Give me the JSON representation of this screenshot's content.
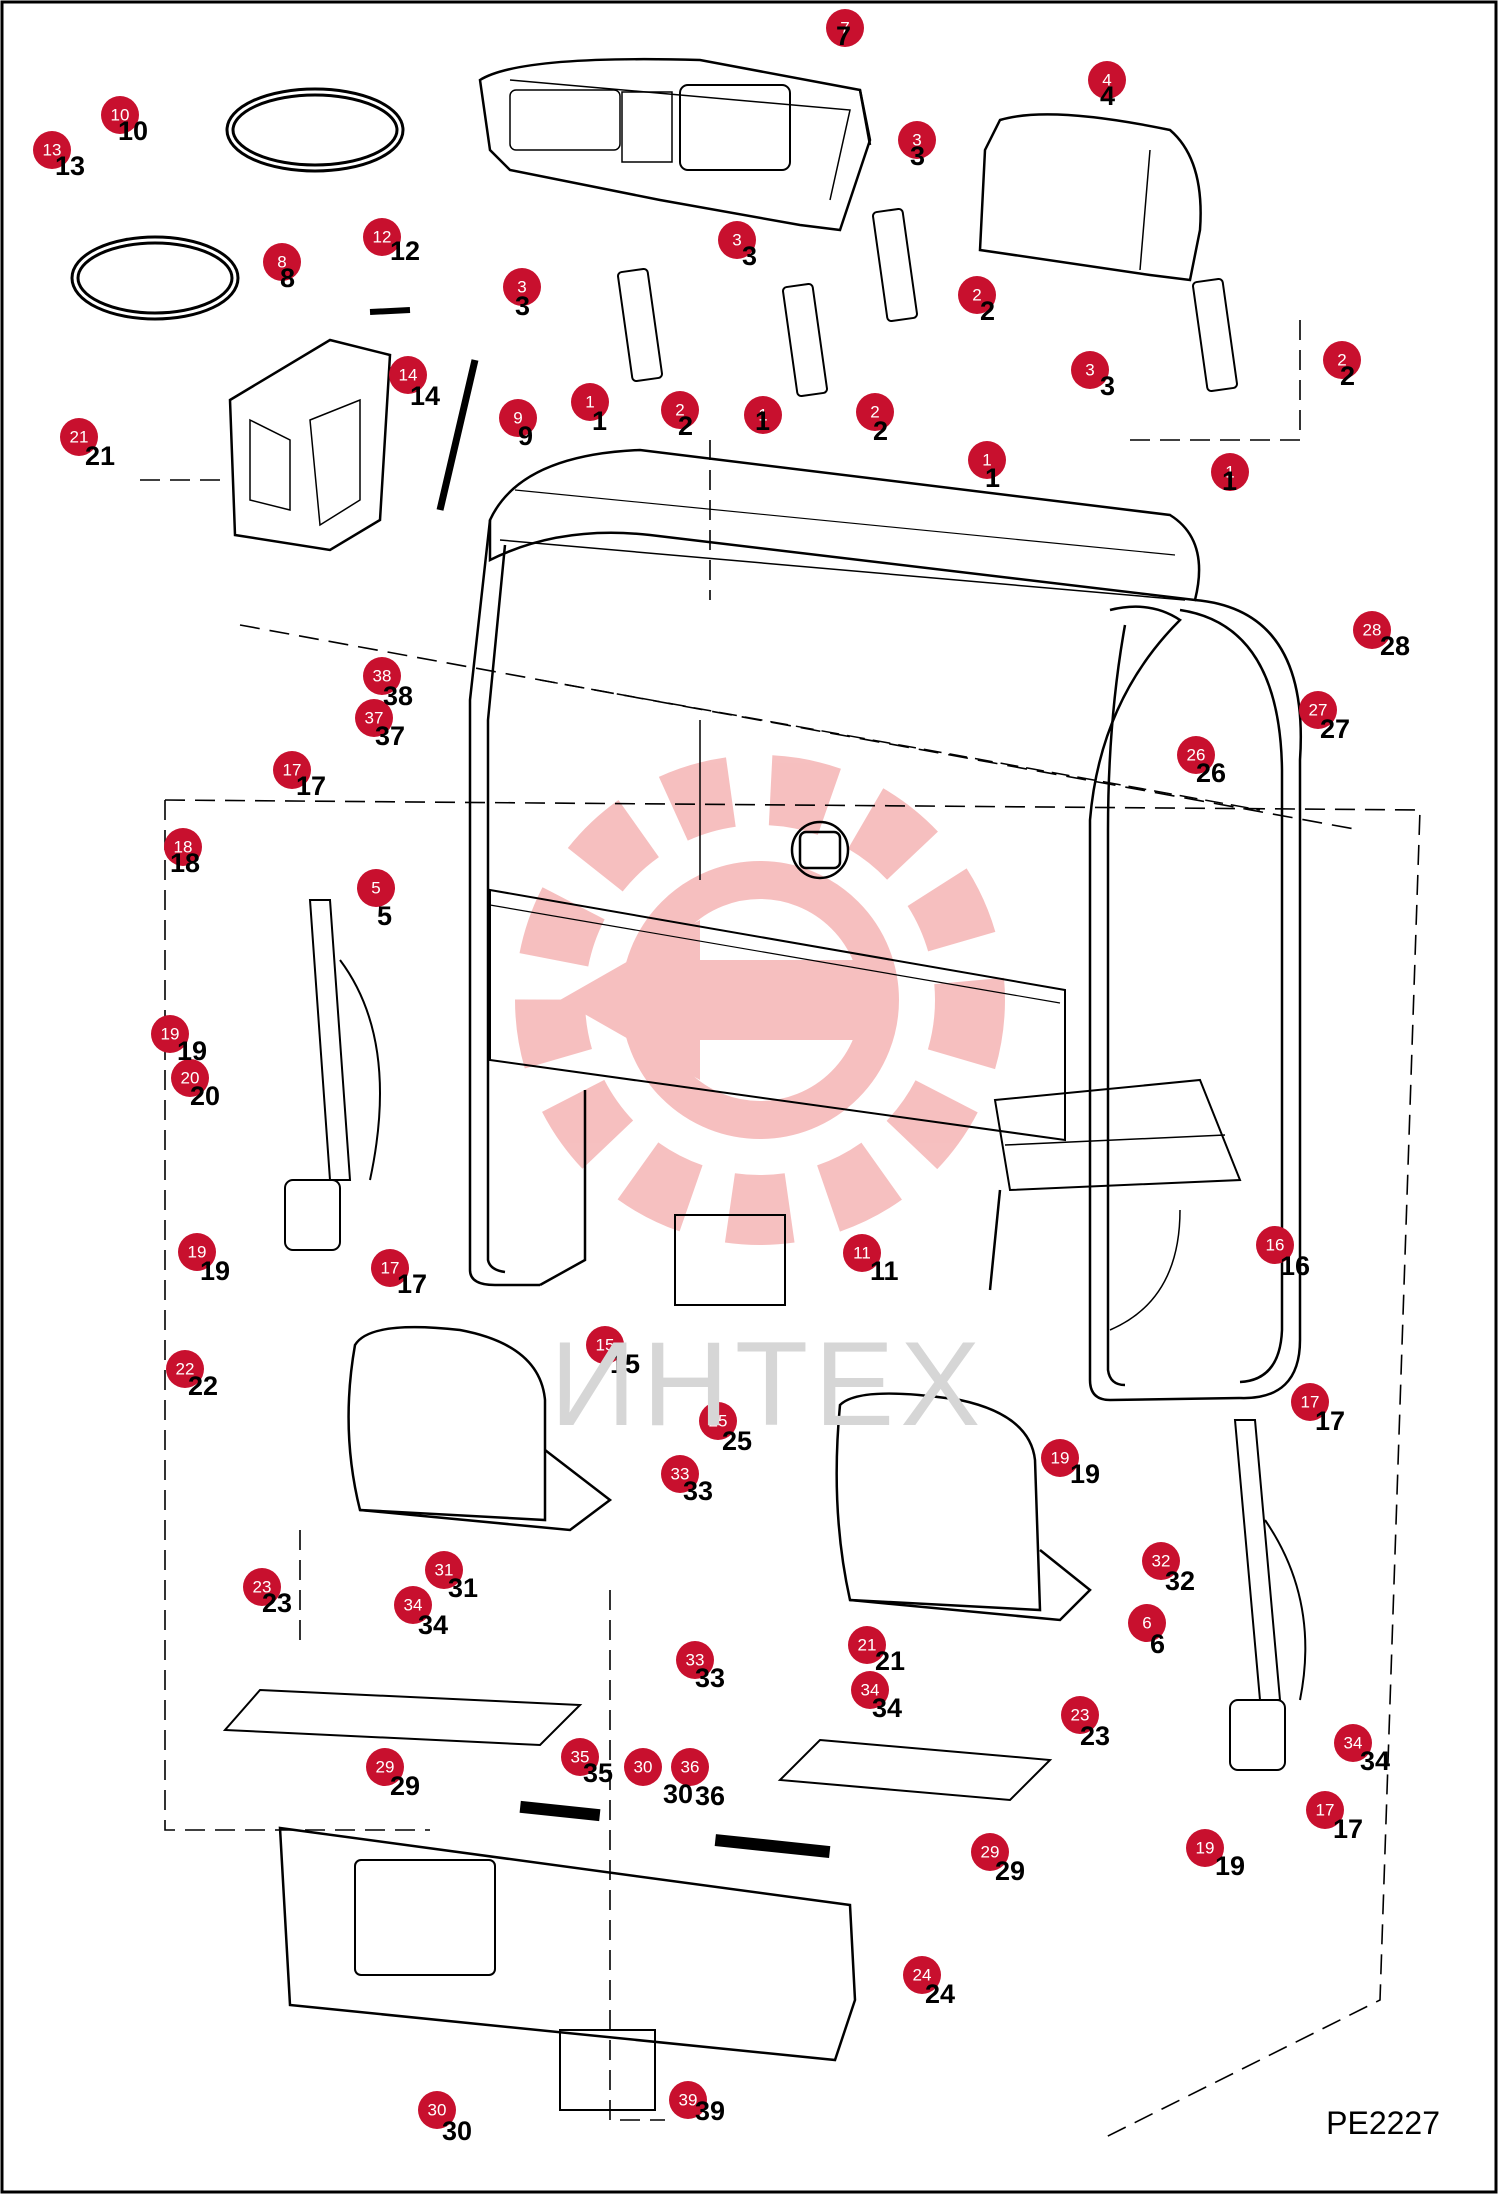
{
  "drawing": {
    "id": "PE2227",
    "watermark_text": "ИНТЕХ",
    "callout_color": "#c8102e",
    "watermark_color": "#f5b5b5"
  },
  "callouts": [
    {
      "n": "7"
    },
    {
      "n": "4"
    },
    {
      "n": "10"
    },
    {
      "n": "13"
    },
    {
      "n": "3"
    },
    {
      "n": "3"
    },
    {
      "n": "3"
    },
    {
      "n": "3"
    },
    {
      "n": "12"
    },
    {
      "n": "8"
    },
    {
      "n": "2"
    },
    {
      "n": "2"
    },
    {
      "n": "2"
    },
    {
      "n": "2"
    },
    {
      "n": "14"
    },
    {
      "n": "9"
    },
    {
      "n": "1"
    },
    {
      "n": "1"
    },
    {
      "n": "1"
    },
    {
      "n": "1"
    },
    {
      "n": "21"
    },
    {
      "n": "28"
    },
    {
      "n": "38"
    },
    {
      "n": "37"
    },
    {
      "n": "27"
    },
    {
      "n": "26"
    },
    {
      "n": "17"
    },
    {
      "n": "18"
    },
    {
      "n": "5"
    },
    {
      "n": "19"
    },
    {
      "n": "20"
    },
    {
      "n": "19"
    },
    {
      "n": "17"
    },
    {
      "n": "11"
    },
    {
      "n": "16"
    },
    {
      "n": "15"
    },
    {
      "n": "22"
    },
    {
      "n": "25"
    },
    {
      "n": "17"
    },
    {
      "n": "33"
    },
    {
      "n": "19"
    },
    {
      "n": "31"
    },
    {
      "n": "23"
    },
    {
      "n": "34"
    },
    {
      "n": "32"
    },
    {
      "n": "6"
    },
    {
      "n": "21"
    },
    {
      "n": "33"
    },
    {
      "n": "34"
    },
    {
      "n": "23"
    },
    {
      "n": "29"
    },
    {
      "n": "35"
    },
    {
      "n": "30"
    },
    {
      "n": "36"
    },
    {
      "n": "34"
    },
    {
      "n": "17"
    },
    {
      "n": "19"
    },
    {
      "n": "29"
    },
    {
      "n": "24"
    },
    {
      "n": "30"
    },
    {
      "n": "39"
    }
  ]
}
